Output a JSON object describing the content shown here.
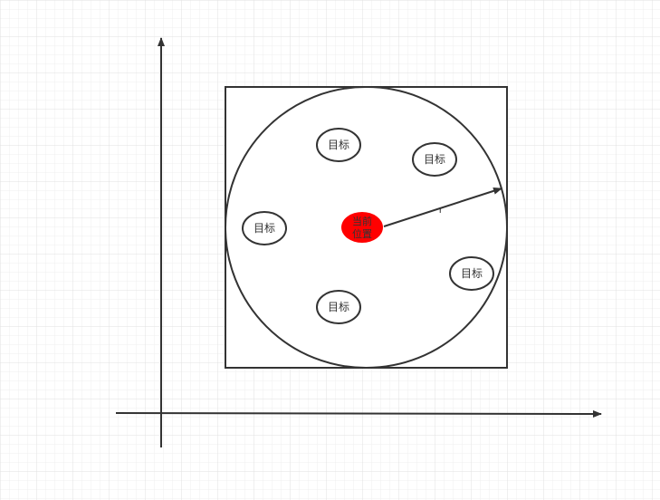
{
  "diagram": {
    "target_label": "目标",
    "center_label_line1": "当前",
    "center_label_line2": "位置",
    "radius_label": "r"
  },
  "colors": {
    "background": "#ffffff",
    "grid": "#e6e6e6",
    "stroke": "#333333",
    "center_fill": "#ff0000"
  }
}
